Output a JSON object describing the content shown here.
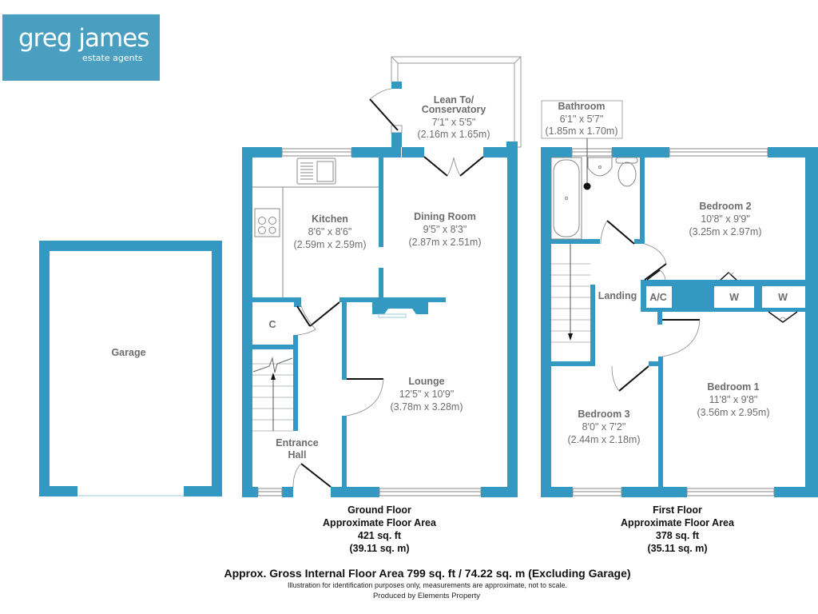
{
  "branding": {
    "name_part1": "greg",
    "name_part2": "james",
    "tagline": "estate agents",
    "brand_color": "#4a9fc0"
  },
  "colors": {
    "wall": "#3399c2",
    "fixture_line": "#888888",
    "door_line": "#111111",
    "text": "#6d6d6d"
  },
  "rooms": {
    "garage": {
      "name": "Garage"
    },
    "kitchen": {
      "name": "Kitchen",
      "imperial": "8'6\" x 8'6\"",
      "metric": "(2.59m x 2.59m)"
    },
    "dining": {
      "name": "Dining Room",
      "imperial": "9'5\" x 8'3\"",
      "metric": "(2.87m x 2.51m)"
    },
    "conservatory": {
      "name_line1": "Lean To/",
      "name_line2": "Conservatory",
      "imperial": "7'1\" x 5'5\"",
      "metric": "(2.16m x 1.65m)"
    },
    "cupboard": {
      "name": "C"
    },
    "lounge": {
      "name": "Lounge",
      "imperial": "12'5\" x 10'9\"",
      "metric": "(3.78m x 3.28m)"
    },
    "entrance": {
      "name_line1": "Entrance",
      "name_line2": "Hall"
    },
    "bathroom": {
      "name": "Bathroom",
      "imperial": "6'1\" x 5'7\"",
      "metric": "(1.85m x 1.70m)"
    },
    "bedroom2": {
      "name": "Bedroom 2",
      "imperial": "10'8\" x 9'9\"",
      "metric": "(3.25m x 2.97m)"
    },
    "landing": {
      "name": "Landing"
    },
    "airing_cupboard": {
      "name": "A/C"
    },
    "wardrobe1": {
      "name": "W"
    },
    "wardrobe2": {
      "name": "W"
    },
    "bedroom1": {
      "name": "Bedroom 1",
      "imperial": "11'8\" x 9'8\"",
      "metric": "(3.56m x 2.95m)"
    },
    "bedroom3": {
      "name": "Bedroom 3",
      "imperial": "8'0\" x 7'2\"",
      "metric": "(2.44m x 2.18m)"
    }
  },
  "floors": {
    "ground": {
      "title": "Ground Floor",
      "subtitle": "Approximate Floor Area",
      "area_sqft": "421 sq. ft",
      "area_sqm": "(39.11 sq. m)"
    },
    "first": {
      "title": "First Floor",
      "subtitle": "Approximate Floor Area",
      "area_sqft": "378 sq. ft",
      "area_sqm": "(35.11 sq. m)"
    }
  },
  "footer": {
    "gross_area": "Approx. Gross Internal Floor Area 799 sq. ft / 74.22 sq. m (Excluding Garage)",
    "disclaimer": "Illustration for identification purposes only, measurements are approximate, not to scale.",
    "produced_by": "Produced by Elements Property"
  }
}
